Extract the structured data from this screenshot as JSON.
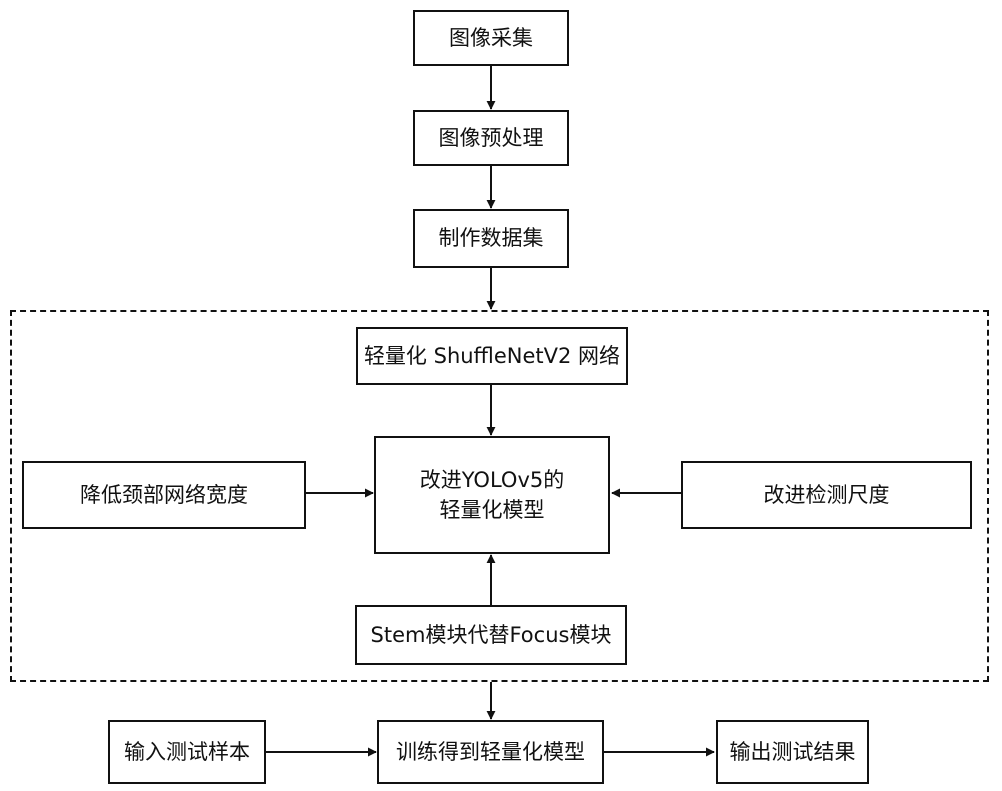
{
  "diagram": {
    "nodes": {
      "image_capture": "图像采集",
      "image_preprocess": "图像预处理",
      "make_dataset": "制作数据集",
      "shufflenet": "轻量化 ShuffleNetV2 网络",
      "reduce_neck": "降低颈部网络宽度",
      "improved_model": "改进YOLOv5的\n轻量化模型",
      "improve_scale": "改进检测尺度",
      "stem_focus": "Stem模块代替Focus模块",
      "input_samples": "输入测试样本",
      "train_model": "训练得到轻量化模型",
      "output_results": "输出测试结果"
    },
    "edges": [
      [
        "image_capture",
        "image_preprocess"
      ],
      [
        "image_preprocess",
        "make_dataset"
      ],
      [
        "make_dataset",
        "improvement_group"
      ],
      [
        "shufflenet",
        "improved_model"
      ],
      [
        "reduce_neck",
        "improved_model"
      ],
      [
        "improve_scale",
        "improved_model"
      ],
      [
        "stem_focus",
        "improved_model"
      ],
      [
        "improvement_group",
        "train_model"
      ],
      [
        "input_samples",
        "train_model"
      ],
      [
        "train_model",
        "output_results"
      ]
    ],
    "colors": {
      "line": "#111111",
      "background": "#ffffff"
    }
  }
}
